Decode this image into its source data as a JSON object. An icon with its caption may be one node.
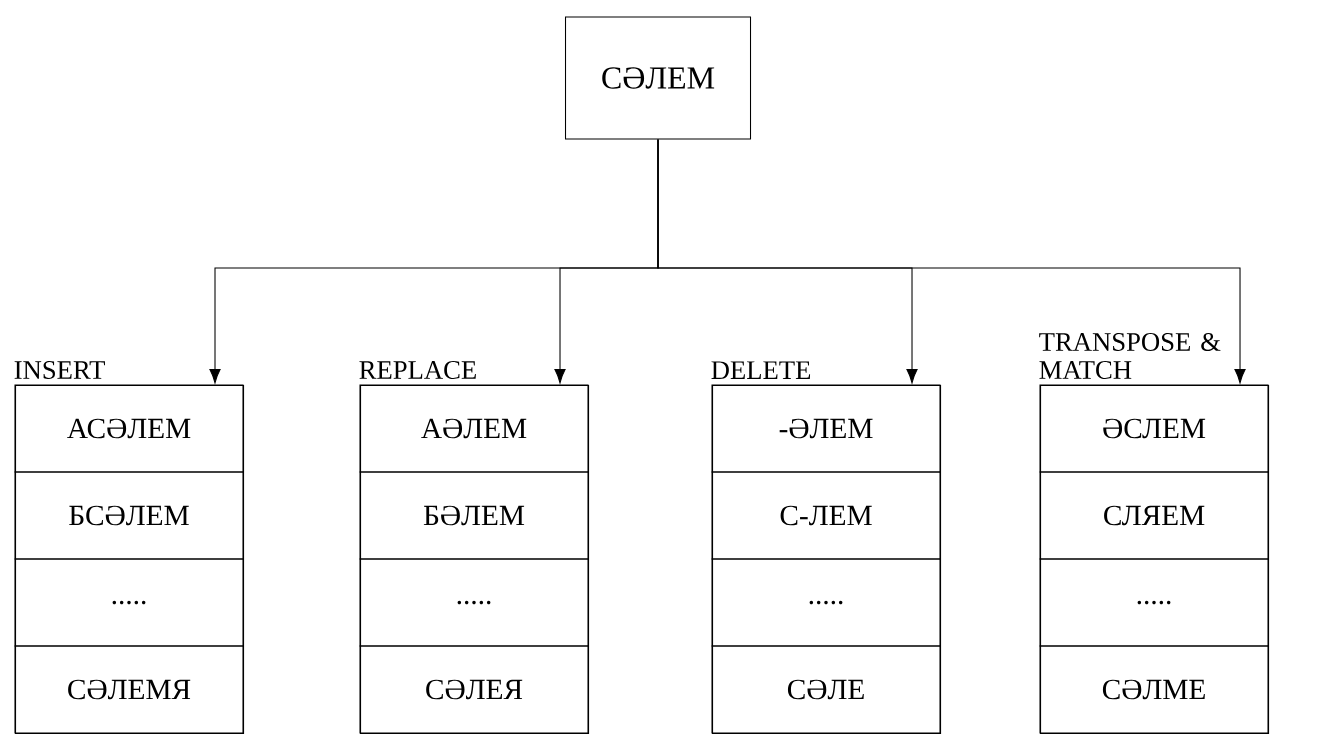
{
  "diagram": {
    "nodes": [
      {
        "text": [
          "СӘЛЕМ"
        ]
      },
      {
        "text": [
          "INSERT"
        ]
      },
      {
        "text": [
          "АСӘЛЕМ"
        ],
        "in": 1
      },
      {
        "text": [
          "БСӘЛЕМ"
        ],
        "in": 1
      },
      {
        "text": [
          "....."
        ],
        "in": 1
      },
      {
        "text": [
          "СӘЛЕМЯ"
        ],
        "in": 1
      },
      {
        "text": [
          "REPLACE"
        ]
      },
      {
        "text": [
          "АӘЛЕМ"
        ],
        "in": 6
      },
      {
        "text": [
          "БӘЛЕМ"
        ],
        "in": 6
      },
      {
        "text": [
          "....."
        ],
        "in": 6
      },
      {
        "text": [
          "СӘЛЕЯ"
        ],
        "in": 6
      },
      {
        "text": [
          "DELETE"
        ]
      },
      {
        "text": [
          "-ӘЛЕМ"
        ],
        "in": 11
      },
      {
        "text": [
          "С-ЛЕМ"
        ],
        "in": 11
      },
      {
        "text": [
          "....."
        ],
        "in": 11
      },
      {
        "text": [
          "СӘЛЕ"
        ],
        "in": 11
      },
      {
        "text": [
          "TRANSPOSE & MATCH"
        ]
      },
      {
        "text": [
          "ӘСЛЕМ"
        ],
        "in": 16
      },
      {
        "text": [
          "СЛЯЕМ"
        ],
        "in": 16
      },
      {
        "text": [
          "....."
        ],
        "in": 16
      },
      {
        "text": [
          "СӘЛМЕ"
        ],
        "in": 16
      }
    ],
    "edges": [
      {
        "from": 0,
        "to": 1,
        "arrow": "to"
      },
      {
        "from": 0,
        "to": 6,
        "arrow": "to"
      },
      {
        "from": 0,
        "to": 11,
        "arrow": "to"
      },
      {
        "from": 0,
        "to": 16,
        "arrow": "to"
      }
    ]
  }
}
